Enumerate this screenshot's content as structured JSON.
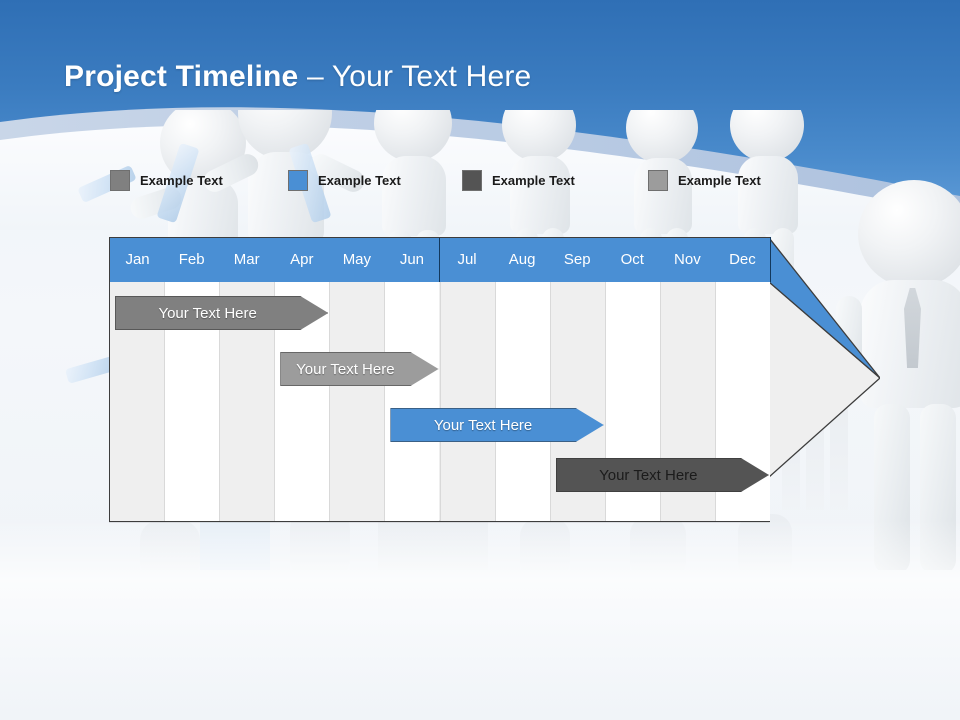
{
  "slide": {
    "title_bold": "Project Timeline",
    "title_rest": " – Your Text Here",
    "title_full": "Project Timeline – Your Text Here"
  },
  "theme": {
    "header_blue": "#4a8fd4",
    "title_band_blue": "#3b7cc0",
    "bar_gray_dark": "#808080",
    "bar_gray_mid": "#9c9c9c",
    "bar_blue": "#4a8fd4",
    "bar_gray_darkest": "#545454",
    "stripe": "#efefef",
    "plain": "#ffffff",
    "outline": "#3d3d3d"
  },
  "legend": {
    "items": [
      {
        "label": "Example Text",
        "color": "#808080",
        "x": 0
      },
      {
        "label": "Example Text",
        "color": "#4a8fd4",
        "x": 178
      },
      {
        "label": "Example Text",
        "color": "#545454",
        "x": 352
      },
      {
        "label": "Example Text",
        "color": "#9c9c9c",
        "x": 538
      }
    ]
  },
  "chart_data": {
    "type": "bar",
    "title": "Project Timeline – Your Text Here",
    "xlabel": "",
    "ylabel": "",
    "categories": [
      "Jan",
      "Feb",
      "Mar",
      "Apr",
      "May",
      "Jun",
      "Jul",
      "Aug",
      "Sep",
      "Oct",
      "Nov",
      "Dec"
    ],
    "legend": [
      "Example Text",
      "Example Text",
      "Example Text",
      "Example Text"
    ],
    "grid": true,
    "series": [
      {
        "name": "Your  Text Here",
        "start_month": "Jan",
        "end_month": "Apr",
        "start_index": 0,
        "end_index": 3,
        "row": 1,
        "color": "#808080",
        "text_color": "#ffffff",
        "label": "Your  Text Here"
      },
      {
        "name": "Your  Text Here",
        "start_month": "Apr",
        "end_month": "Jun",
        "start_index": 3,
        "end_index": 5,
        "row": 2,
        "color": "#9c9c9c",
        "text_color": "#ffffff",
        "label": "Your  Text Here"
      },
      {
        "name": "Your  Text Here",
        "start_month": "Jun",
        "end_month": "Sep",
        "start_index": 5,
        "end_index": 8,
        "row": 3,
        "color": "#4a8fd4",
        "text_color": "#ffffff",
        "label": "Your  Text Here"
      },
      {
        "name": "Your  Text Here",
        "start_month": "Sep",
        "end_month": "Dec",
        "start_index": 8,
        "end_index": 11,
        "row": 4,
        "color": "#545454",
        "text_color": "#1b1b1b",
        "label": "Your  Text Here"
      }
    ]
  }
}
